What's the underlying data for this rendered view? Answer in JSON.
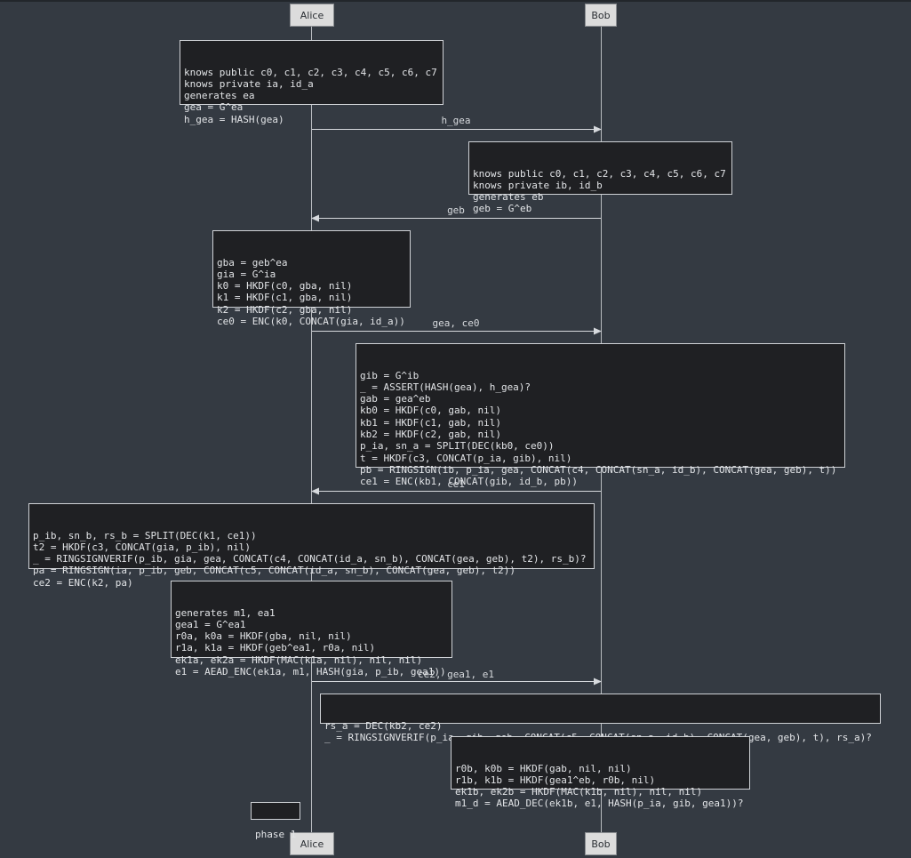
{
  "participants": {
    "alice": "Alice",
    "bob": "Bob"
  },
  "notes": {
    "alice_init": [
      "knows public c0, c1, c2, c3, c4, c5, c6, c7",
      "knows private ia, id_a",
      "generates ea",
      "gea = G^ea",
      "h_gea = HASH(gea)"
    ],
    "bob_init": [
      "knows public c0, c1, c2, c3, c4, c5, c6, c7",
      "knows private ib, id_b",
      "generates eb",
      "geb = G^eb"
    ],
    "alice_derive": [
      "gba = geb^ea",
      "gia = G^ia",
      "k0 = HKDF(c0, gba, nil)",
      "k1 = HKDF(c1, gba, nil)",
      "k2 = HKDF(c2, gba, nil)",
      "ce0 = ENC(k0, CONCAT(gia, id_a))"
    ],
    "bob_derive": [
      "gib = G^ib",
      "_ = ASSERT(HASH(gea), h_gea)?",
      "gab = gea^eb",
      "kb0 = HKDF(c0, gab, nil)",
      "kb1 = HKDF(c1, gab, nil)",
      "kb2 = HKDF(c2, gab, nil)",
      "p_ia, sn_a = SPLIT(DEC(kb0, ce0))",
      "t = HKDF(c3, CONCAT(p_ia, gib), nil)",
      "pb = RINGSIGN(ib, p_ia, gea, CONCAT(c4, CONCAT(sn_a, id_b), CONCAT(gea, geb), t))",
      "ce1 = ENC(kb1, CONCAT(gib, id_b, pb))"
    ],
    "alice_verify": [
      "p_ib, sn_b, rs_b = SPLIT(DEC(k1, ce1))",
      "t2 = HKDF(c3, CONCAT(gia, p_ib), nil)",
      "_ = RINGSIGNVERIF(p_ib, gia, gea, CONCAT(c4, CONCAT(id_a, sn_b), CONCAT(gea, geb), t2), rs_b)?",
      "pa = RINGSIGN(ia, p_ib, geb, CONCAT(c5, CONCAT(id_a, sn_b), CONCAT(gea, geb), t2))",
      "ce2 = ENC(k2, pa)"
    ],
    "alice_encrypt": [
      "generates m1, ea1",
      "gea1 = G^ea1",
      "r0a, k0a = HKDF(gba, nil, nil)",
      "r1a, k1a = HKDF(geb^ea1, r0a, nil)",
      "ek1a, ek2a = HKDF(MAC(k1a, nil), nil, nil)",
      "e1 = AEAD_ENC(ek1a, m1, HASH(gia, p_ib, gea1))"
    ],
    "bob_verify": [
      "rs_a = DEC(kb2, ce2)",
      "_ = RINGSIGNVERIF(p_ia, gib, geb, CONCAT(c5, CONCAT(sn_a, id_b), CONCAT(gea, geb), t), rs_a)?"
    ],
    "bob_decrypt": [
      "r0b, k0b = HKDF(gab, nil, nil)",
      "r1b, k1b = HKDF(gea1^eb, r0b, nil)",
      "ek1b, ek2b = HKDF(MAC(k1b, nil), nil, nil)",
      "m1_d = AEAD_DEC(ek1b, e1, HASH(p_ia, gib, gea1))?"
    ]
  },
  "messages": {
    "m1": "h_gea",
    "m2": "geb",
    "m3": "gea, ce0",
    "m4": "ce1",
    "m5": "ce2, gea1, e1"
  },
  "phase_label": "phase 1",
  "colors": {
    "background": "#343a42",
    "note_bg": "#1f2023",
    "note_border": "#cfd2d6",
    "actor_bg": "#dcdcdc",
    "line": "#b9bcc0"
  }
}
